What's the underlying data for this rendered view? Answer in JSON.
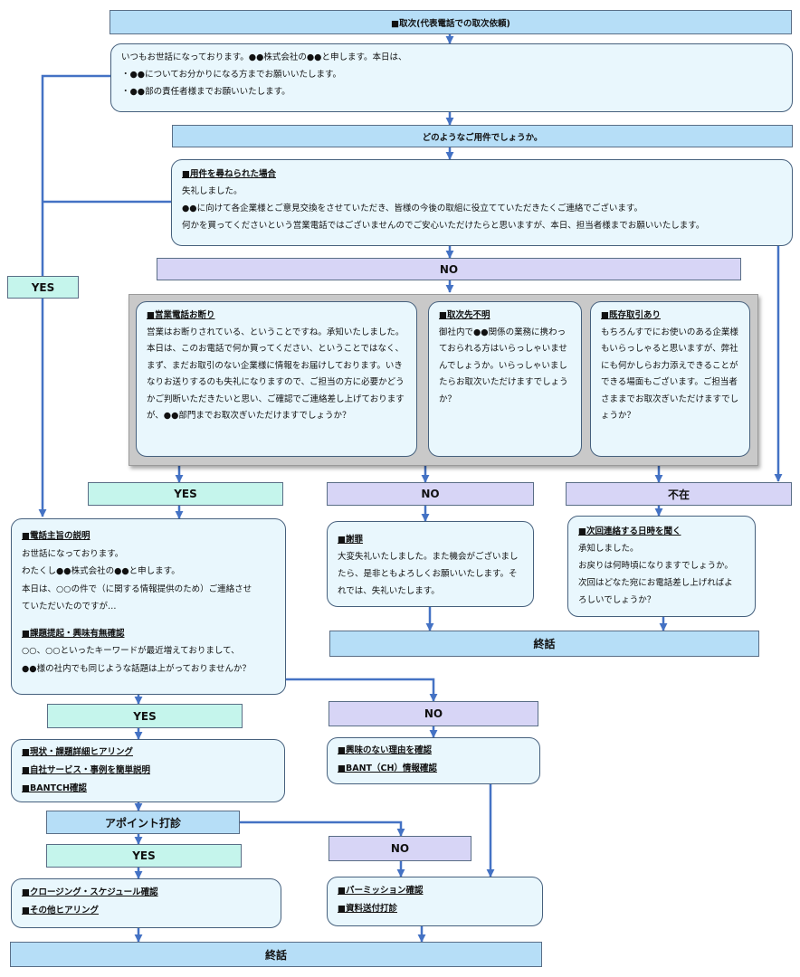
{
  "colors": {
    "line": "#4472c4",
    "bar_blue": "#b6def7",
    "bar_green": "#c5f5ec",
    "bar_purple": "#d7d5f6",
    "box_fill": "#e9f7fd"
  },
  "bars": {
    "top_title": "■取次(代表電話での取次依頼)",
    "youken": "どのようなご用件でしょうか。",
    "no1": "NO",
    "yes_left": "YES",
    "yes2": "YES",
    "no2": "NO",
    "fuzai": "不在",
    "shuwa1": "終話",
    "yes3": "YES",
    "no3": "NO",
    "appoint": "アポイント打診",
    "yes4": "YES",
    "no4": "NO",
    "shuwa2": "終話"
  },
  "boxes": {
    "intro": {
      "lines": [
        "いつもお世話になっております。●●株式会社の●●と申します。本日は、",
        "・●●についてお分かりになる方までお願いいたします。",
        "・●●部の責任者様までお願いいたします。"
      ]
    },
    "youken_ask": {
      "heading": "■用件を尋ねられた場合",
      "lines": [
        "失礼しました。",
        "●●に向けて各企業様とご意見交換をさせていただき、皆様の今後の取組に役立てていただきたくご連絡でございます。",
        "何かを買ってくださいという営業電話ではございませんのでご安心いただけたらと思いますが、本日、担当者様までお願いいたします。"
      ]
    },
    "eigyo_refuse": {
      "heading": "■営業電話お断り",
      "text": "営業はお断りされている、ということですね。承知いたしました。本日は、このお電話で何か買ってください、ということではなく、まず、まだお取引のない企業様に情報をお届けしております。いきなりお送りするのも失礼になりますので、ご担当の方に必要かどうかご判断いただきたいと思い、ご確認でご連絡差し上げておりますが、●●部門までお取次ぎいただけますでしょうか？"
    },
    "toritsugi_fumei": {
      "heading": "■取次先不明",
      "text": "御社内で●●関係の業務に携わっておられる方はいらっしゃいませんでしょうか。いらっしゃいましたらお取次いただけますでしょうか？"
    },
    "kizon": {
      "heading": "■既存取引あり",
      "text": "もちろんすでにお使いのある企業様もいらっしゃると思いますが、弊社にも何かしらお力添えできることができる場面もございます。ご担当者さままでお取次ぎいただけますでしょうか？"
    },
    "denwa_setsumei": {
      "heading": "■電話主旨の説明",
      "lines": [
        "お世話になっております。",
        "わたくし●●株式会社の●●と申します。",
        "本日は、○○の件で（に関する情報提供のため）ご連絡させ",
        "ていただいたのですが…"
      ],
      "heading2": "■課題提起・興味有無確認",
      "lines2": [
        "○○、○○といったキーワードが最近増えておりまして、",
        "●●様の社内でも同じような話題は上がっておりませんか？"
      ]
    },
    "shazai": {
      "heading": "■謝罪",
      "text": "大変失礼いたしました。また機会がございましたら、是非ともよろしくお願いいたします。それでは、失礼いたします。"
    },
    "jikai": {
      "heading": "■次回連絡する日時を聞く",
      "lines": [
        "承知しました。",
        "お戻りは何時頃になりますでしょうか。",
        "次回はどなた宛にお電話差し上げればよ",
        "ろしいでしょうか？"
      ]
    },
    "hearing": {
      "lines": [
        "■現状・課題詳細ヒアリング",
        "■自社サービス・事例を簡単説明",
        "■BANTCH確認"
      ]
    },
    "kyomi_nai": {
      "lines": [
        "■興味のない理由を確認",
        "■BANT（CH）情報確認"
      ]
    },
    "closing": {
      "lines": [
        "■クロージング・スケジュール確認",
        "■その他ヒアリング"
      ]
    },
    "permission": {
      "lines": [
        "■パーミッション確認",
        "■資料送付打診"
      ]
    }
  }
}
